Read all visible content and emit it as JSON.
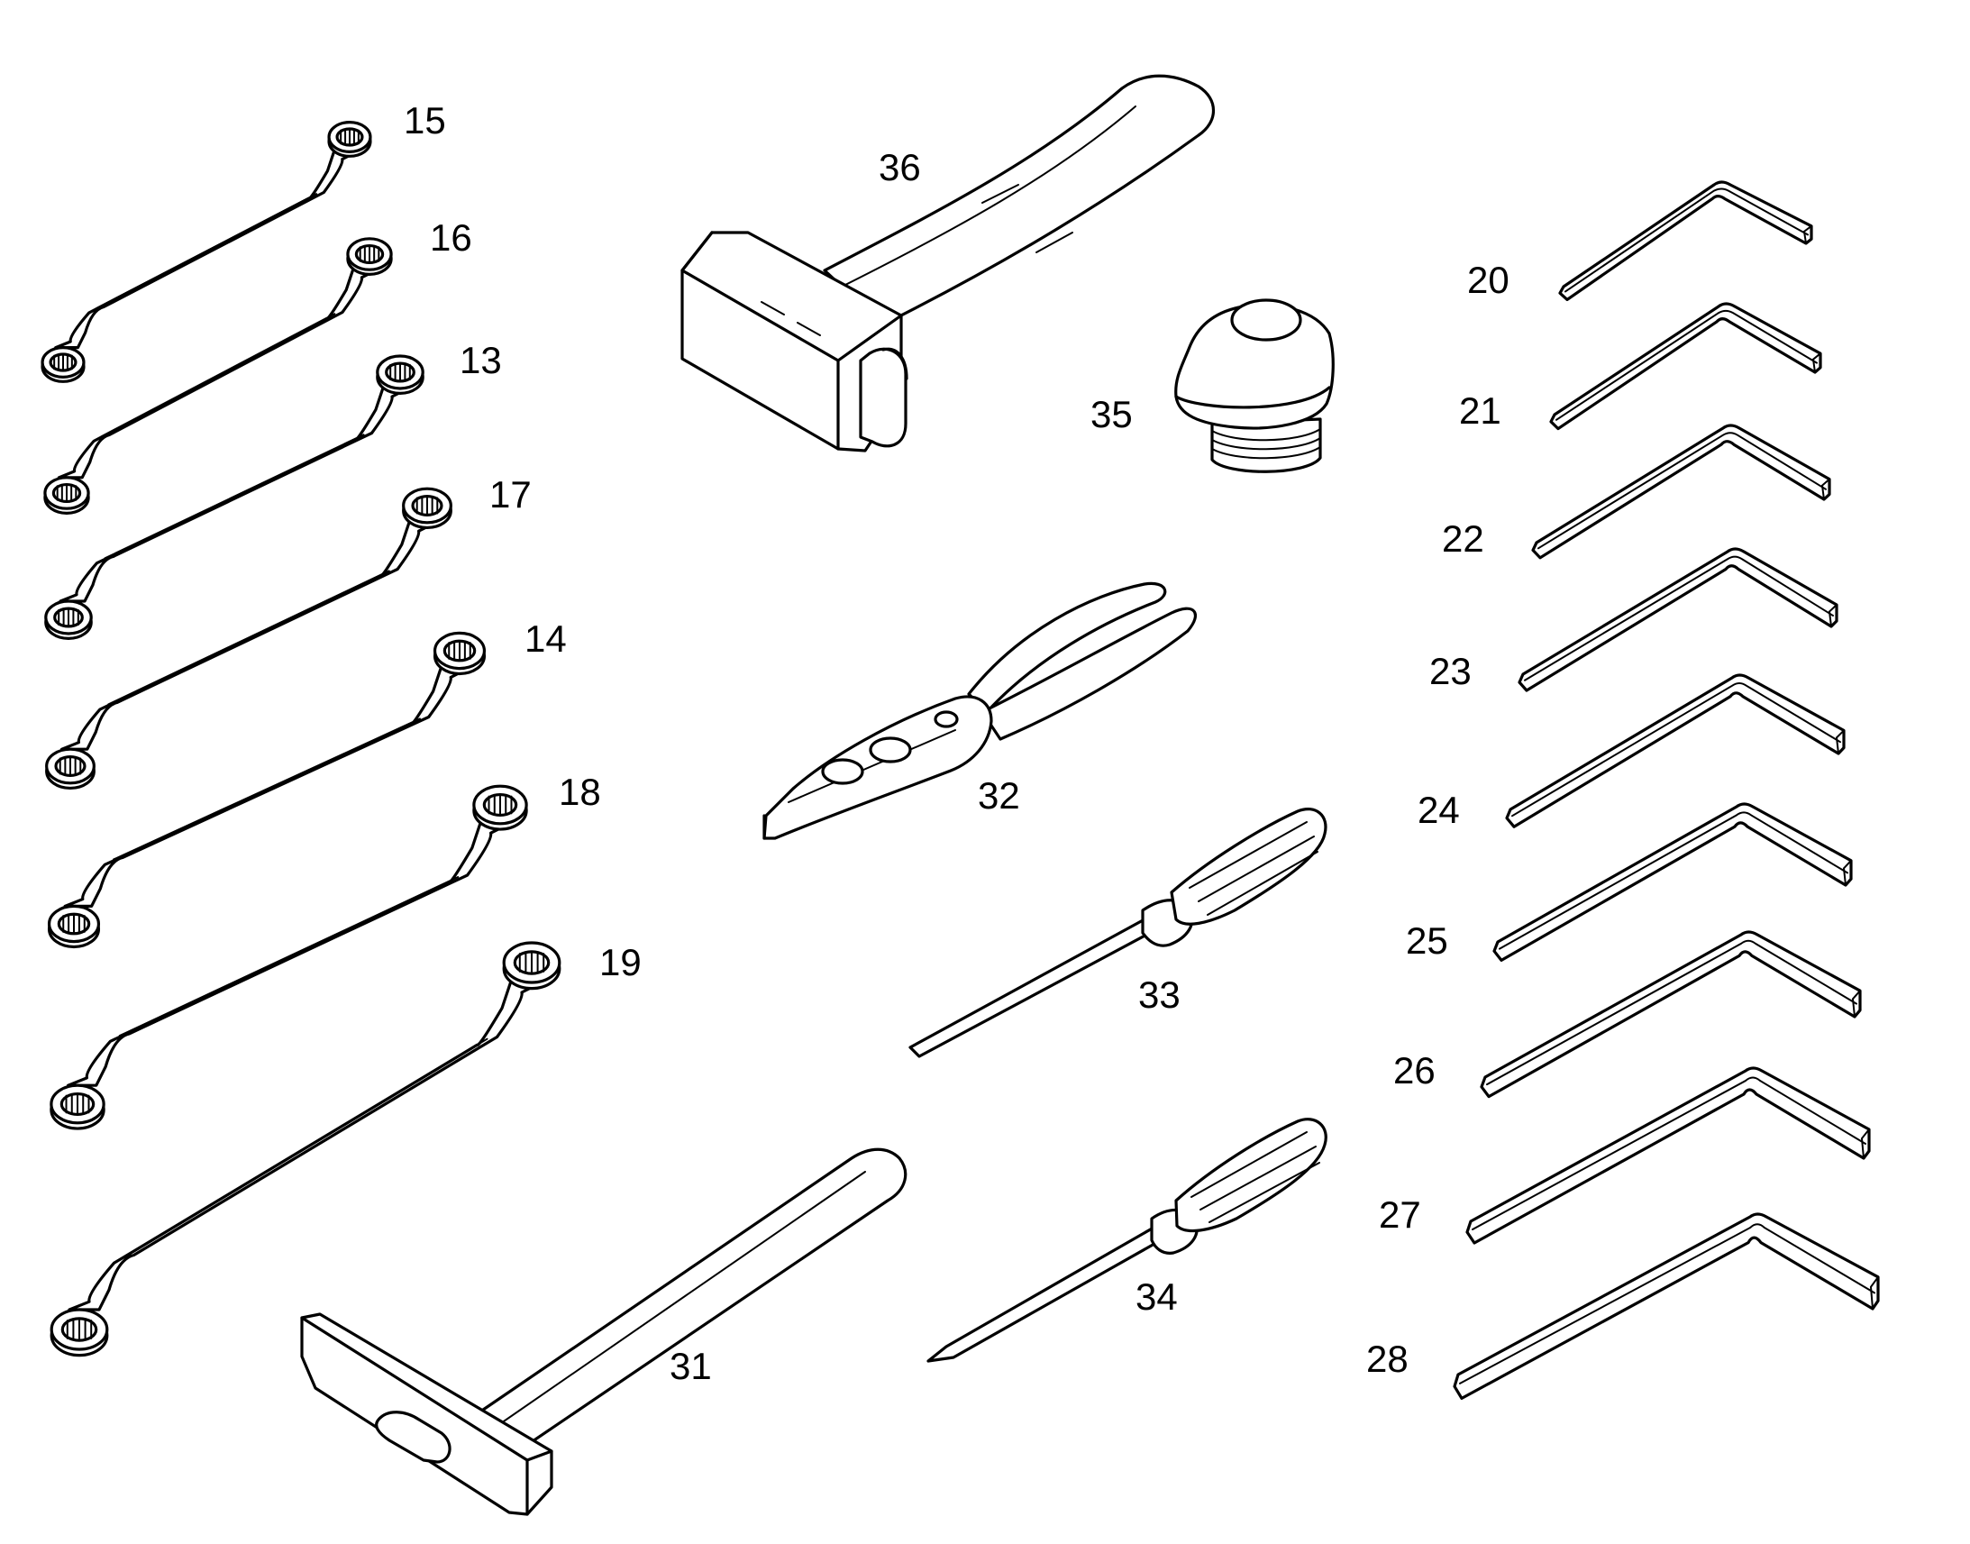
{
  "diagram": {
    "type": "parts-diagram",
    "background": "#ffffff",
    "line_color": "#000000"
  },
  "parts": [
    {
      "callout": "15",
      "name": "ring spanner"
    },
    {
      "callout": "16",
      "name": "ring spanner"
    },
    {
      "callout": "13",
      "name": "ring spanner"
    },
    {
      "callout": "17",
      "name": "ring spanner"
    },
    {
      "callout": "14",
      "name": "ring spanner"
    },
    {
      "callout": "18",
      "name": "ring spanner"
    },
    {
      "callout": "19",
      "name": "ring spanner"
    },
    {
      "callout": "36",
      "name": "mallet"
    },
    {
      "callout": "35",
      "name": "knob"
    },
    {
      "callout": "32",
      "name": "pliers"
    },
    {
      "callout": "33",
      "name": "flat screwdriver"
    },
    {
      "callout": "34",
      "name": "cross screwdriver"
    },
    {
      "callout": "31",
      "name": "hammer"
    },
    {
      "callout": "20",
      "name": "hex key"
    },
    {
      "callout": "21",
      "name": "hex key"
    },
    {
      "callout": "22",
      "name": "hex key"
    },
    {
      "callout": "23",
      "name": "hex key"
    },
    {
      "callout": "24",
      "name": "hex key"
    },
    {
      "callout": "25",
      "name": "hex key"
    },
    {
      "callout": "26",
      "name": "hex key"
    },
    {
      "callout": "27",
      "name": "hex key"
    },
    {
      "callout": "28",
      "name": "hex key"
    }
  ]
}
